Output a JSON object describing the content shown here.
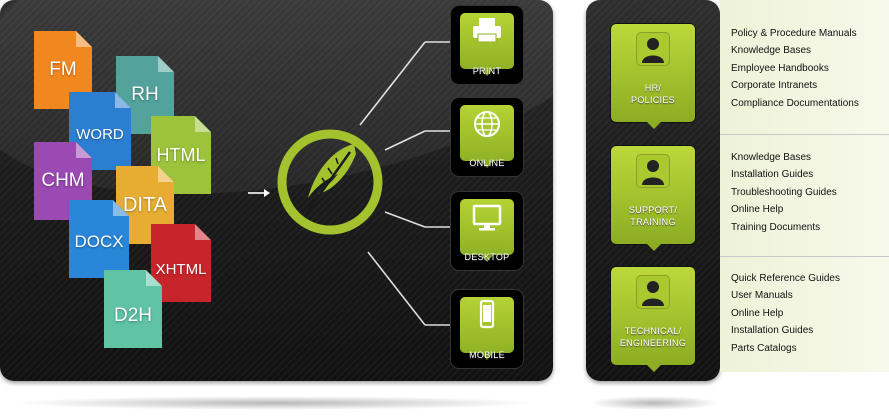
{
  "source_formats": [
    "FM",
    "RH",
    "WORD",
    "HTML",
    "CHM",
    "DITA",
    "DOCX",
    "XHTML",
    "D2H"
  ],
  "colors": {
    "accent_green": "#a3c22d",
    "fm": "#f0871f",
    "rh": "#53a39c",
    "word": "#2c7fd0",
    "html": "#9cc33b",
    "chm": "#9b49b3",
    "dita": "#e7ad33",
    "docx": "#2a86d8",
    "xhtml": "#c8242b",
    "d2h": "#5fc3a4"
  },
  "outputs": [
    {
      "label": "PRINT",
      "icon": "printer-icon"
    },
    {
      "label": "ONLINE",
      "icon": "globe-icon"
    },
    {
      "label": "DESKTOP",
      "icon": "monitor-icon"
    },
    {
      "label": "MOBILE",
      "icon": "mobile-phone-icon"
    }
  ],
  "audiences": [
    {
      "label_line1": "HR/",
      "label_line2": "POLICIES",
      "items": [
        "Policy & Procedure Manuals",
        "Knowledge Bases",
        "Employee Handbooks",
        "Corporate Intranets",
        "Compliance Documentations"
      ]
    },
    {
      "label_line1": "SUPPORT/",
      "label_line2": "TRAINING",
      "items": [
        "Knowledge Bases",
        "Installation Guides",
        "Troubleshooting Guides",
        "Online Help",
        "Training Documents"
      ]
    },
    {
      "label_line1": "TECHNICAL/",
      "label_line2": "ENGINEERING",
      "items": [
        "Quick Reference Guides",
        "User Manuals",
        "Online Help",
        "Installation Guides",
        "Parts Catalogs"
      ]
    }
  ]
}
